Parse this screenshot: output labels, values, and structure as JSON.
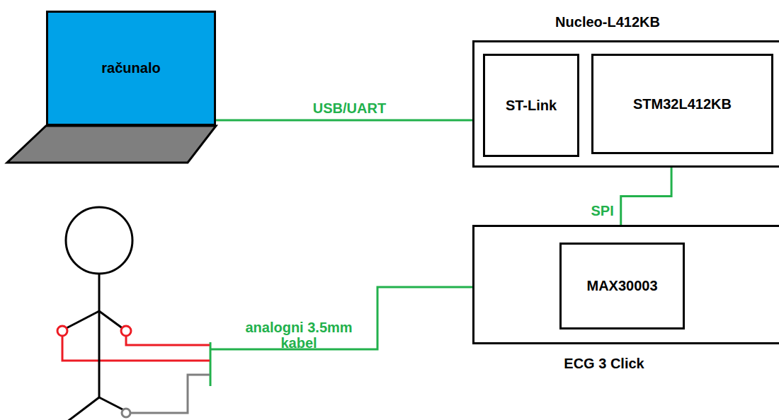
{
  "diagram": {
    "nodes": [
      {
        "text": [
          "računalo"
        ]
      },
      {
        "text": [
          "Nucleo-L412KB"
        ]
      },
      {
        "text": [
          "ST-Link"
        ],
        "in": 1
      },
      {
        "text": [
          "STM32L412KB"
        ],
        "in": 1
      },
      {
        "text": [
          "ECG 3 Click"
        ]
      },
      {
        "text": [
          "MAX30003"
        ],
        "in": 4
      }
    ],
    "edges": [
      {
        "from": 0,
        "to": 2,
        "arrow": "none",
        "label": "USB/UART"
      },
      {
        "from": 3,
        "to": 5,
        "arrow": "none",
        "label": "SPI"
      }
    ],
    "labels": [
      "analogni 3.5mm kabel"
    ]
  }
}
